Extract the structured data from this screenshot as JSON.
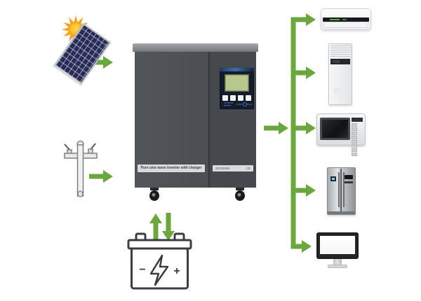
{
  "diagram": {
    "type": "solar-inverter-energy-flow",
    "colors": {
      "arrow_green": "#6CA63E",
      "inverter_body": "#4B4F54",
      "inverter_lid": "#8E9195",
      "control_panel_navy": "#131C28",
      "lcd_green": "#B7C78E",
      "solar_panel_navy": "#272B58",
      "sun_orange": "#F6A01F",
      "battery_outline": "#3A3D41"
    },
    "inverter": {
      "front_label": "Pure sine wave inverter with charger",
      "model_label": "SD2000W",
      "ce_mark": "CE",
      "button_count": 4
    },
    "battery": {
      "minus_sign": "−",
      "plus_sign": "+"
    },
    "icons": {
      "sources": [
        "sun",
        "solar-panel",
        "utility-pole"
      ],
      "storage": [
        "battery"
      ],
      "loads": [
        "wall-air-conditioner",
        "cabinet-air-conditioner",
        "microwave-oven",
        "refrigerator",
        "tv-monitor"
      ]
    }
  }
}
